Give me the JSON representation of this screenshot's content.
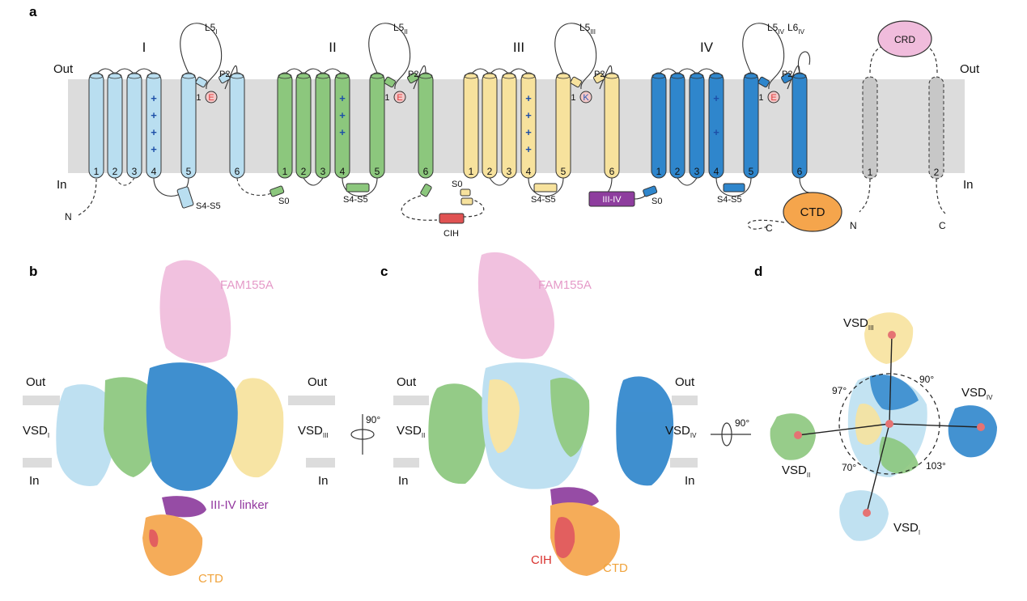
{
  "panels": {
    "a": "a",
    "b": "b",
    "c": "c",
    "d": "d"
  },
  "membrane": {
    "out": "Out",
    "in": "In"
  },
  "domains": [
    {
      "roman": "I",
      "color": "#b9def0",
      "loop": "L5",
      "loop_sub": "I",
      "filter": "E",
      "filter_color": "#e23b3b"
    },
    {
      "roman": "II",
      "color": "#8cc77d",
      "loop": "L5",
      "loop_sub": "II",
      "filter": "E",
      "filter_color": "#e23b3b"
    },
    {
      "roman": "III",
      "color": "#f7e29d",
      "loop": "L5",
      "loop_sub": "III",
      "filter": "K",
      "filter_color": "#2a58b5"
    },
    {
      "roman": "IV",
      "color": "#2f86cc",
      "loop": "L5",
      "loop_sub": "IV",
      "filter": "E",
      "filter_color": "#e23b3b"
    }
  ],
  "loop6": {
    "text": "L6",
    "sub": "IV"
  },
  "segments": [
    "1",
    "2",
    "3",
    "4",
    "5",
    "6"
  ],
  "fam_segments": [
    "1",
    "2"
  ],
  "pore_labels": {
    "p1": "P1",
    "p2": "P2"
  },
  "labels": {
    "s4s5": "S4-S5",
    "s0": "S0",
    "cih": "CIH",
    "linker": "III-IV",
    "ctd": "CTD",
    "crd": "CRD",
    "n": "N",
    "c": "C"
  },
  "panel_b": {
    "fam": "FAM155A",
    "vsd1": "VSD",
    "vsd1_sub": "I",
    "vsd3": "VSD",
    "vsd3_sub": "III",
    "linker": "III-IV linker",
    "ctd": "CTD",
    "out": "Out",
    "in": "In"
  },
  "panel_c": {
    "fam": "FAM155A",
    "vsd2": "VSD",
    "vsd2_sub": "II",
    "vsd4": "VSD",
    "vsd4_sub": "IV",
    "cih": "CIH",
    "ctd": "CTD",
    "rotation": "90°",
    "out": "Out",
    "in": "In"
  },
  "panel_d": {
    "vsd3": "VSD",
    "vsd3_sub": "III",
    "vsd4": "VSD",
    "vsd4_sub": "IV",
    "vsd2": "VSD",
    "vsd2_sub": "II",
    "vsd1": "VSD",
    "vsd1_sub": "I",
    "rotation": "90°",
    "angles": [
      "97°",
      "90°",
      "70°",
      "103°"
    ]
  },
  "colors": {
    "membrane": "#dcdcdc",
    "fam": "#f0bcdc",
    "fam_label": "#e59ac8",
    "cih": "#e05252",
    "linker": "#8e3d9e",
    "ctd": "#f5a54c",
    "ctd_label": "#f0a33c",
    "linker_label": "#93389f",
    "cih_label": "#d9332f",
    "charge": "#1d4fa8",
    "fam_tm": "#c7c7c7"
  }
}
